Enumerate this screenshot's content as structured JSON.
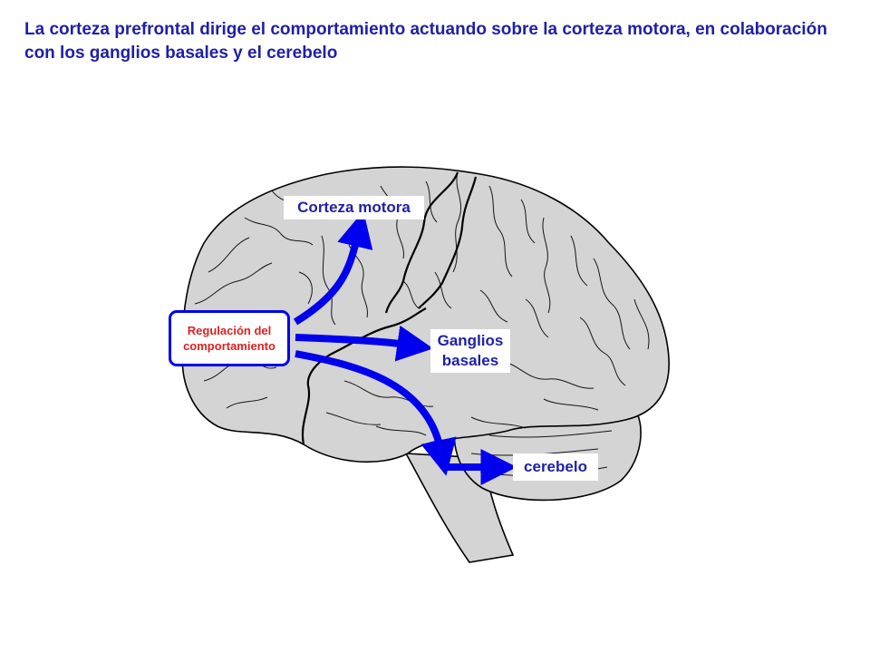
{
  "title": "La corteza prefrontal dirige el comportamiento actuando sobre la corteza motora, en colaboración con los ganglios basales y el cerebelo",
  "nodes": {
    "source": {
      "line1": "Regulación del",
      "line2": "comportamiento"
    },
    "motor_cortex": "Corteza motora",
    "basal_ganglia": {
      "line1": "Ganglios",
      "line2": "basales"
    },
    "cerebellum": "cerebelo"
  },
  "colors": {
    "title": "#1f1fa8",
    "arrow": "#0000ee",
    "source_text": "#e02020",
    "brain_fill": "#d4d4d4",
    "brain_outline": "#000000"
  }
}
